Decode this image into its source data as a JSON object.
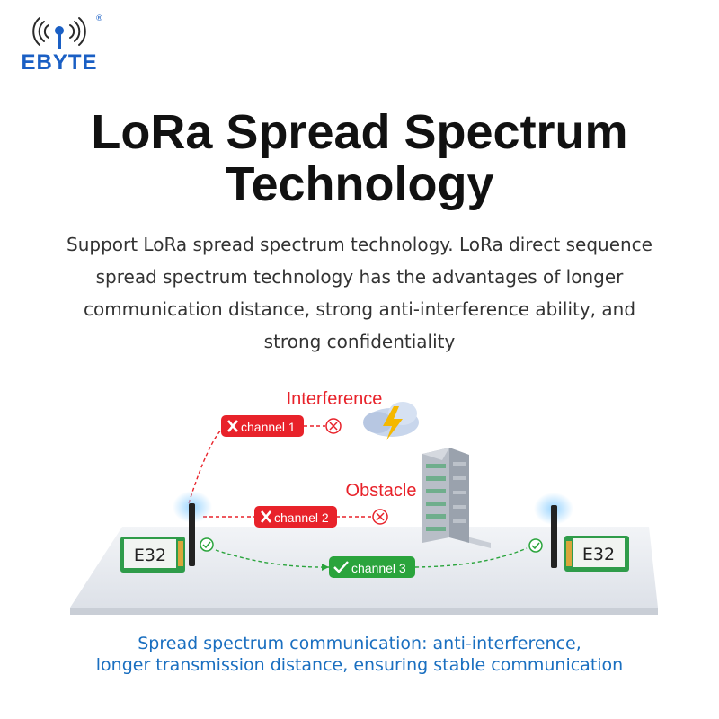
{
  "brand": {
    "name": "EBYTE",
    "registered_mark": "®"
  },
  "title": "LoRa Spread Spectrum Technology",
  "description": "Support LoRa spread spectrum technology. LoRa direct sequence spread spectrum technology has the advantages of longer communication distance, strong anti-interference ability, and strong confidentiality",
  "diagram": {
    "interference_label": "Interference",
    "obstacle_label": "Obstacle",
    "channel_1": "channel 1",
    "channel_2": "channel 2",
    "channel_3": "channel 3",
    "module_left": "E32",
    "module_right": "E32",
    "colors": {
      "blocked": "#e8222a",
      "ok": "#2aa43c"
    }
  },
  "caption_line1": "Spread spectrum communication: anti-interference,",
  "caption_line2": "longer transmission distance, ensuring stable communication"
}
